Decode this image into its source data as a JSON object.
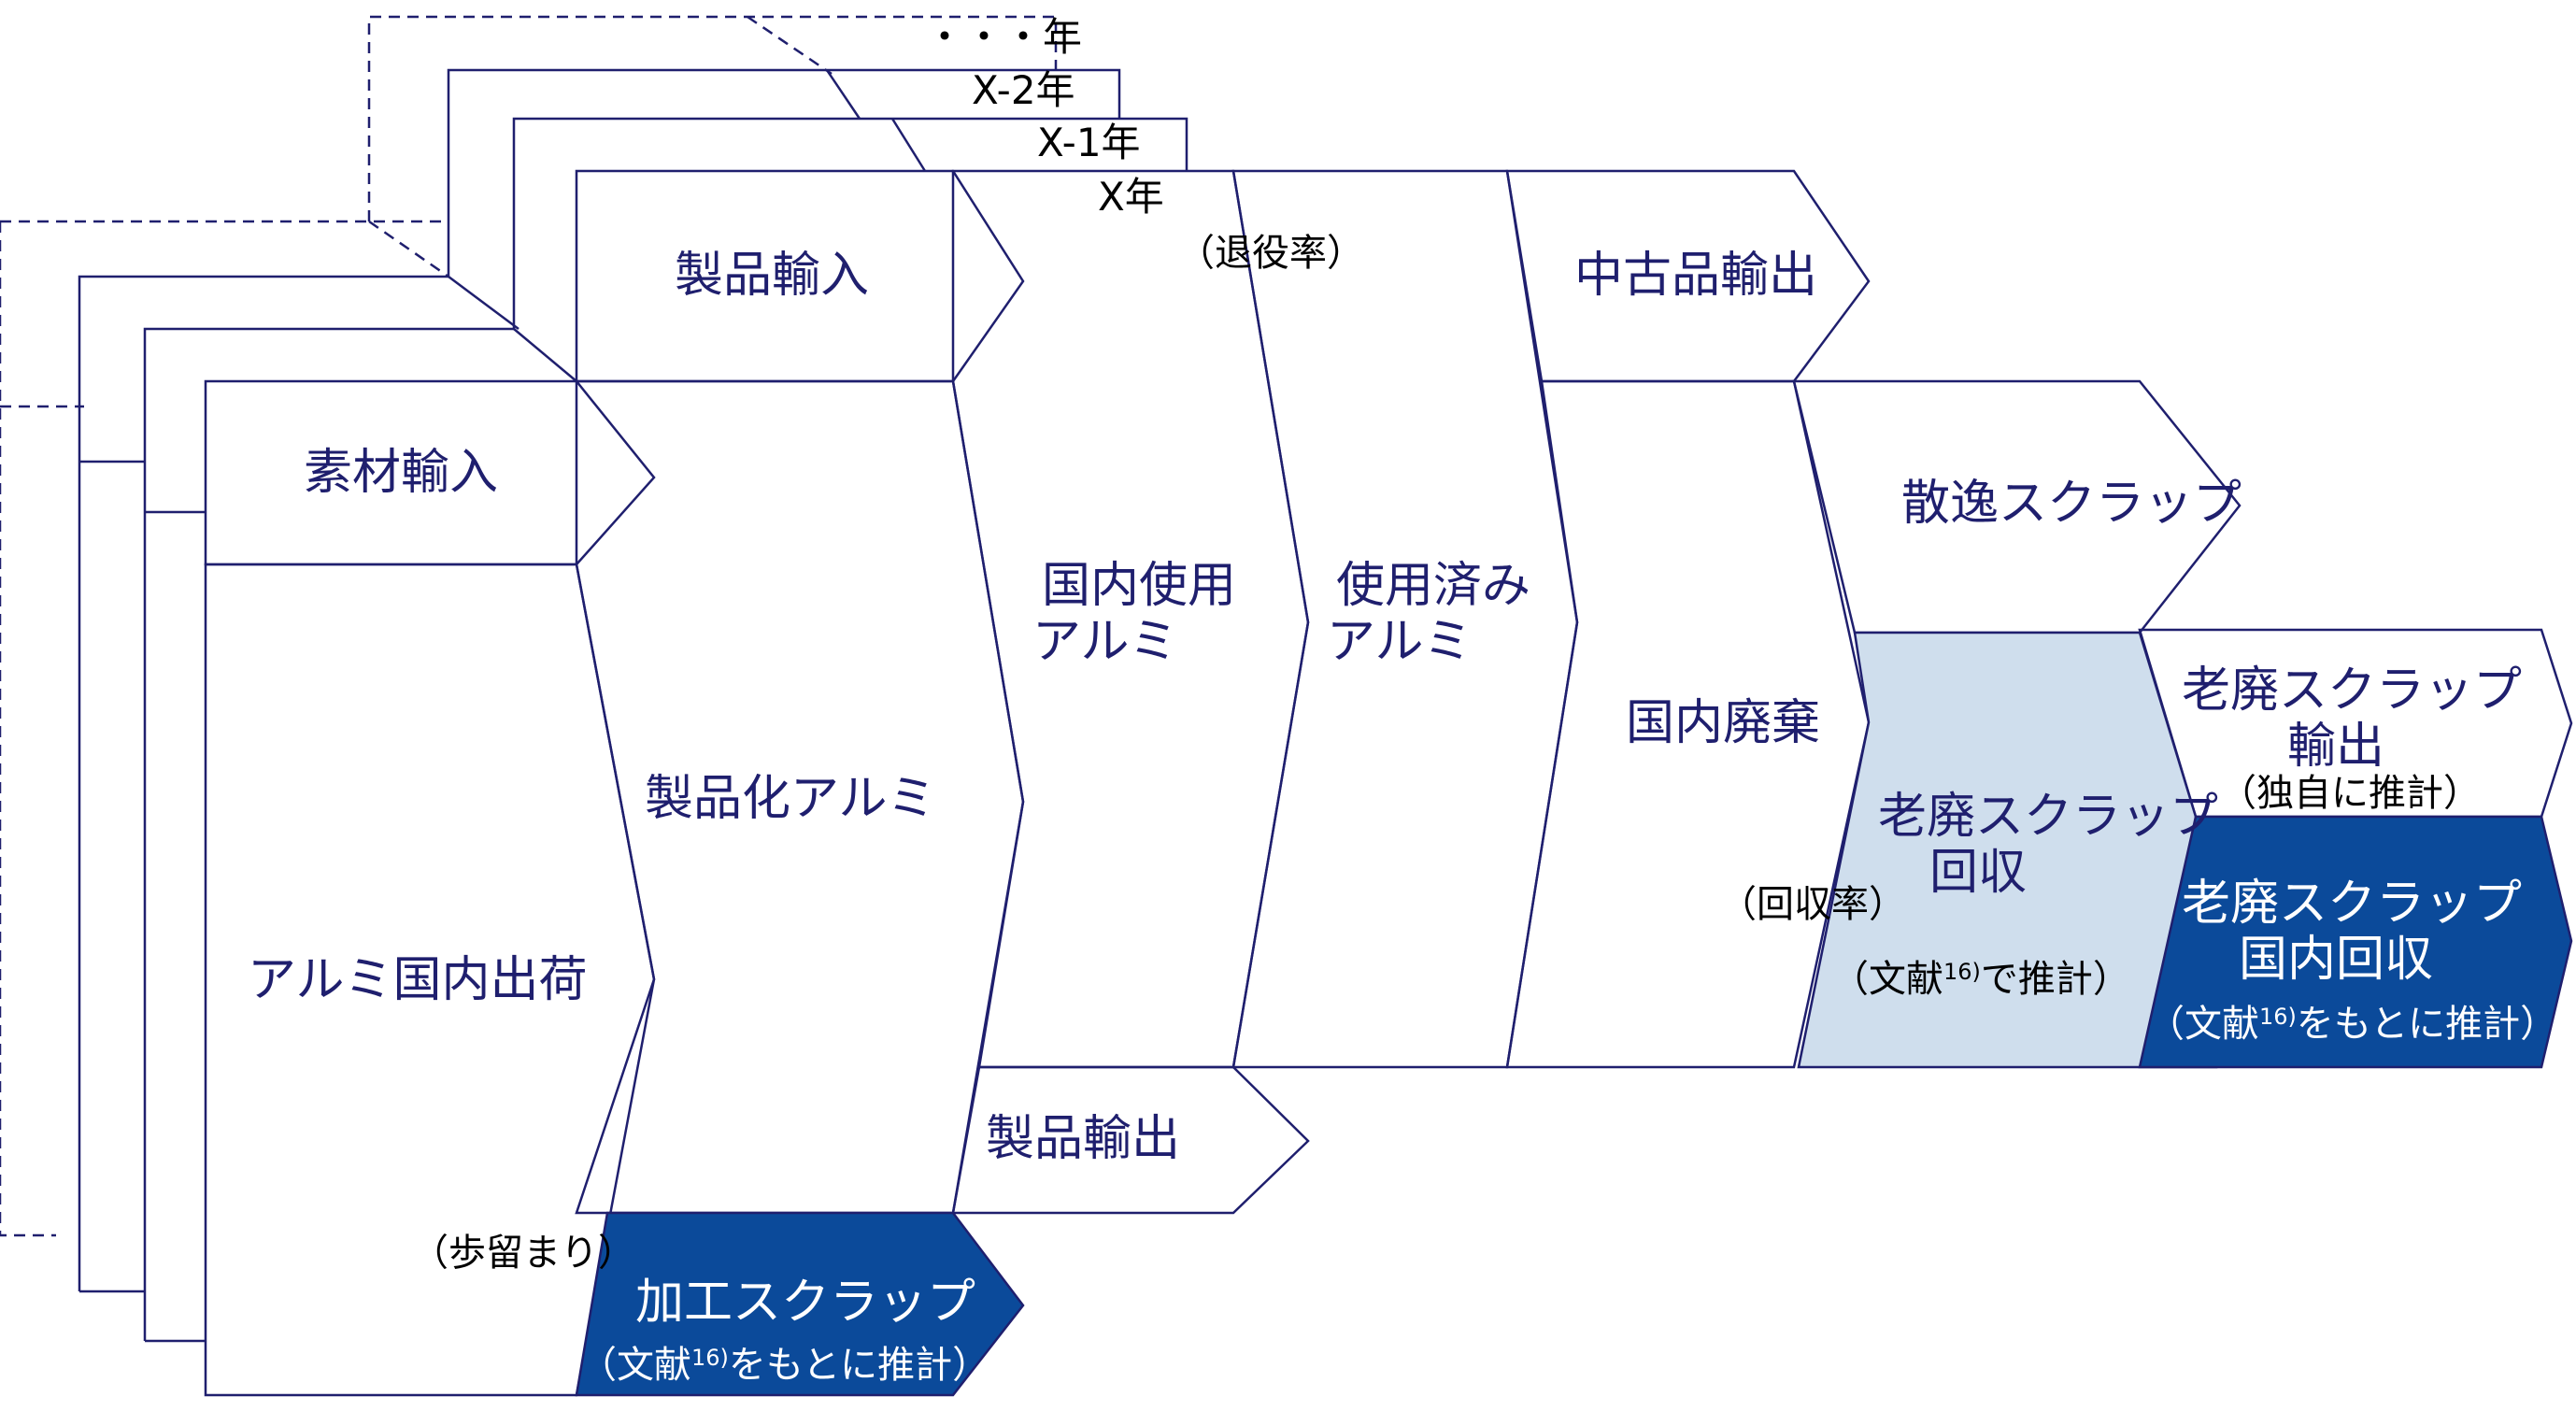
{
  "colors": {
    "outline": "#1f1f6e",
    "light_fill": "#cfdeed",
    "dark_fill": "#0b4a9a"
  },
  "years": {
    "dots": "・・・年",
    "x_minus_2": "X-2年",
    "x_minus_1": "X-1年",
    "x": "X年"
  },
  "nodes": {
    "material_import": "素材輸入",
    "aluminum_domestic_shipment": "アルミ国内出荷",
    "product_import": "製品輸入",
    "productized_aluminum": "製品化アルミ",
    "processing_scrap": "加工スクラップ",
    "processing_scrap_note_pre": "（文献",
    "processing_scrap_note_sup": "16)",
    "processing_scrap_note_post": "をもとに推計）",
    "domestic_use_aluminum_1": "国内使用",
    "domestic_use_aluminum_2": "アルミ",
    "product_export": "製品輸出",
    "used_aluminum_1": "使用済み",
    "used_aluminum_2": "アルミ",
    "used_goods_export": "中古品輸出",
    "domestic_disposal": "国内廃棄",
    "scattered_scrap": "散逸スクラップ",
    "old_scrap_collection_1": "老廃スクラップ",
    "old_scrap_collection_2": "回収",
    "old_scrap_collection_note_pre": "（文献",
    "old_scrap_collection_note_sup": "16)",
    "old_scrap_collection_note_post": "で推計）",
    "old_scrap_export_1": "老廃スクラップ",
    "old_scrap_export_2": "輸出",
    "old_scrap_export_note": "（独自に推計）",
    "old_scrap_domestic_1": "老廃スクラップ",
    "old_scrap_domestic_2": "国内回収",
    "old_scrap_domestic_note_pre": "（文献",
    "old_scrap_domestic_note_sup": "16)",
    "old_scrap_domestic_note_post": "をもとに推計）"
  },
  "rates": {
    "yield": "（歩留まり）",
    "retirement": "（退役率）",
    "collection": "（回収率）"
  }
}
